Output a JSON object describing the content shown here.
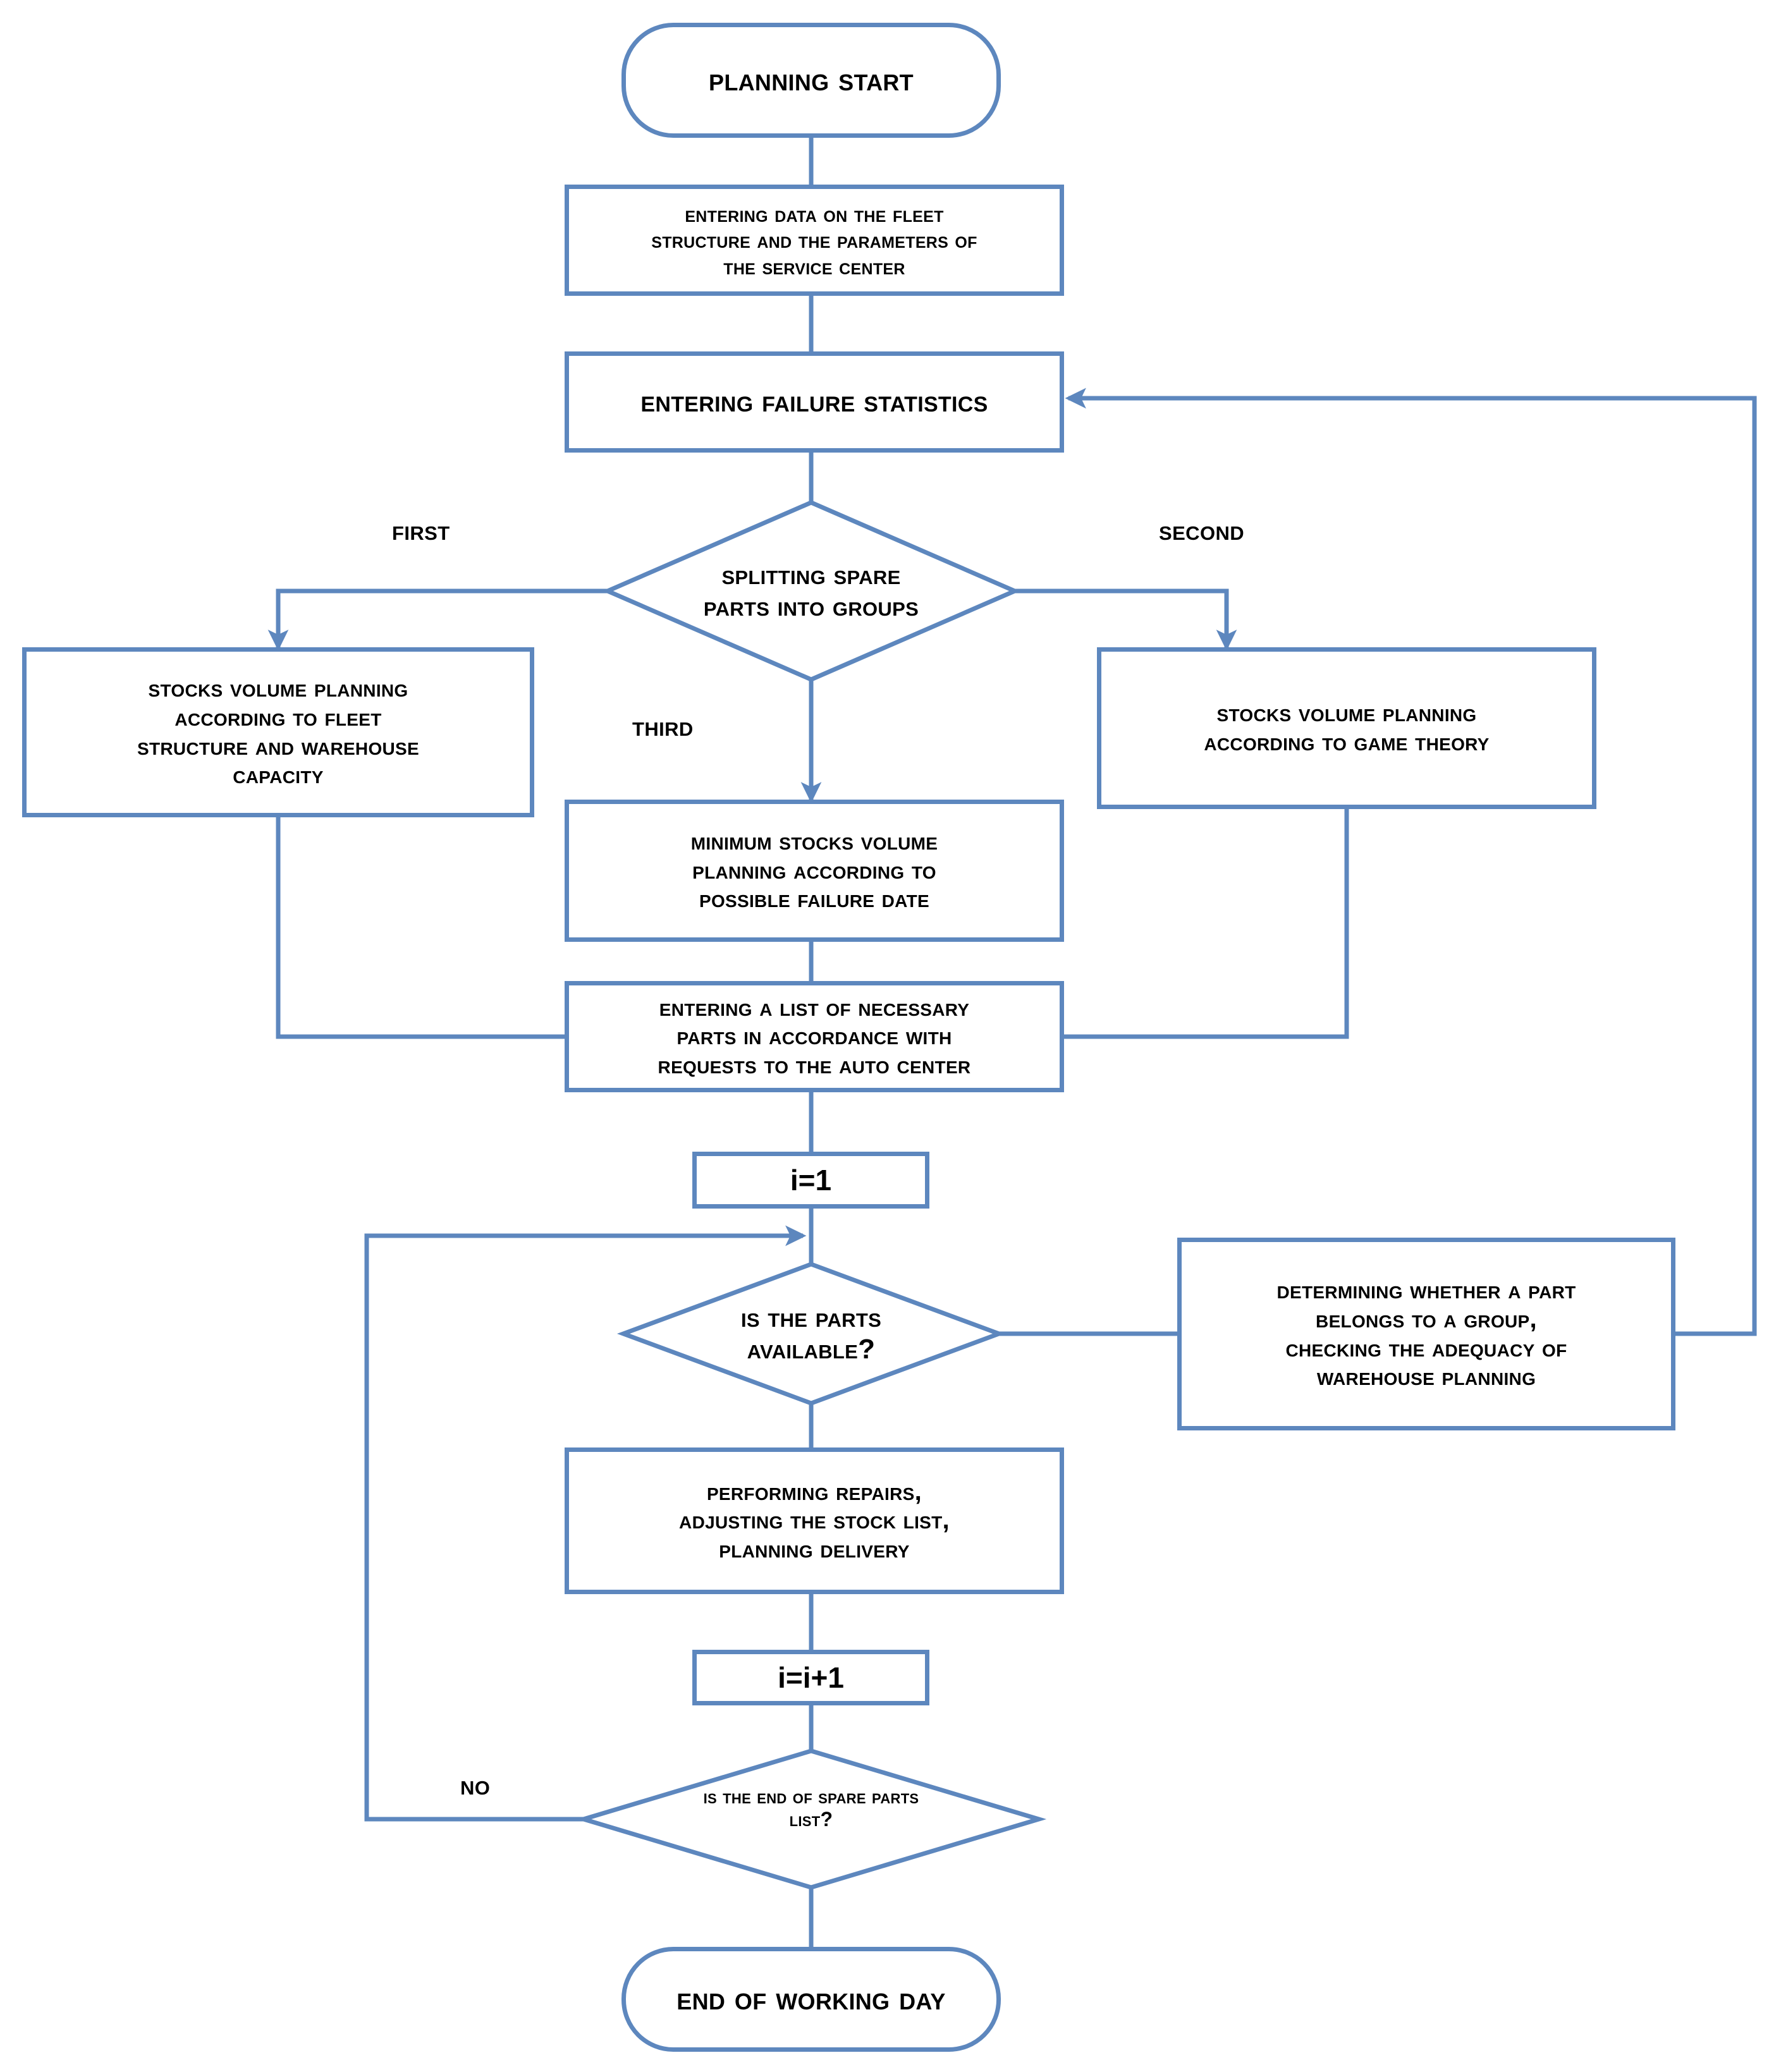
{
  "diagram": {
    "title": "Spare parts stock planning flowchart",
    "stroke_color": "#5D87BE",
    "text_color": "#000000",
    "background_color": "#FFFFFF"
  },
  "nodes": {
    "start": {
      "label": "Planning start",
      "shape": "terminator"
    },
    "enter_fleet_data": {
      "label": "Entering data on the fleet\nstructure  and the parameters of\nthe service center",
      "shape": "process"
    },
    "enter_failure_stats": {
      "label": "Entering failure statistics",
      "shape": "process"
    },
    "splitting_groups": {
      "label": "Splitting spare\nparts into groups",
      "shape": "decision"
    },
    "stocks_fleet_structure": {
      "label": "Stocks volume planning\naccording to fleet\nstructure and warehouse\ncapacity",
      "shape": "process"
    },
    "stocks_game_theory": {
      "label": "Stocks volume Planning\nAccording to Game Theory",
      "shape": "process"
    },
    "minimum_stocks": {
      "label": "Minimum stocks volume\nplanning according to\npossible failure date",
      "shape": "process"
    },
    "entering_list": {
      "label": "Entering a list of necessary\nparts in accordance with\nrequests to the auto center",
      "shape": "process"
    },
    "i_init": {
      "label": "i=1",
      "shape": "process"
    },
    "parts_available": {
      "label": "Is the parts\navailable?",
      "shape": "decision"
    },
    "determining_group": {
      "label": "Determining whether a part\nbelongs to a group,\nchecking the adequacy of\nwarehouse planning",
      "shape": "process"
    },
    "performing_repairs": {
      "label": "Performing repairs,\nadjusting the stock list,\nplanning delivery",
      "shape": "process"
    },
    "i_increment": {
      "label": "i=i+1",
      "shape": "process"
    },
    "end_of_list": {
      "label": "Is the end of spare parts\nlist?",
      "shape": "decision"
    },
    "end_day": {
      "label": "End of working day",
      "shape": "terminator"
    }
  },
  "edge_labels": {
    "first": "First",
    "second": "Second",
    "third": "Third",
    "no": "No"
  }
}
